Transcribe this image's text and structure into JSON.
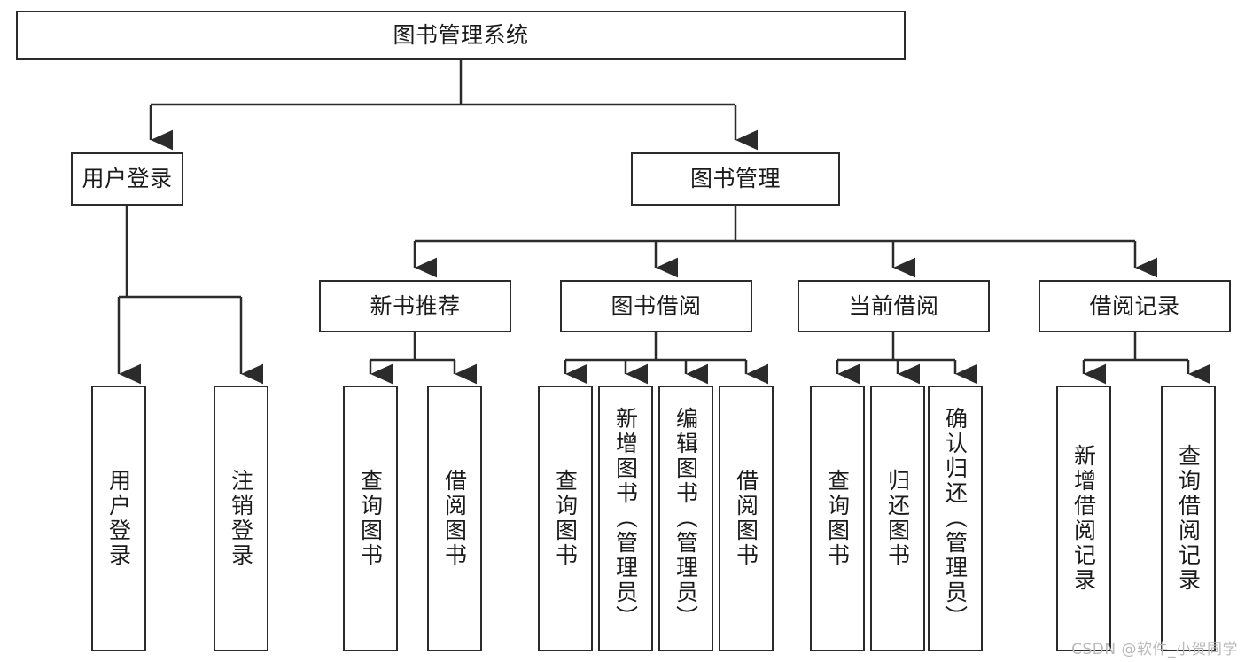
{
  "diagram": {
    "title": "图书管理系统",
    "type": "tree-hierarchy-chart",
    "watermark": "CSDN @软件_小贺同学",
    "colors": {
      "stroke": "#2b2b2b",
      "fill": "#ffffff",
      "text": "#1b1b1b",
      "watermark": "#b9b9b9"
    },
    "levels": {
      "root_label": "图书管理系统",
      "level2": [
        "用户登录",
        "图书管理"
      ],
      "level3": [
        "新书推荐",
        "图书借阅",
        "当前借阅",
        "借阅记录"
      ]
    },
    "nodes": {
      "root": "图书管理系统",
      "user_login": "用户登录",
      "book_manage": "图书管理",
      "new_book_rec": "新书推荐",
      "book_borrow": "图书借阅",
      "current_borrow": "当前借阅",
      "borrow_record": "借阅记录",
      "leaf_user_login": "用户登录",
      "leaf_logout": "注销登录",
      "leaf_query_book_1": "查询图书",
      "leaf_borrow_book_1": "借阅图书",
      "leaf_query_book_2": "查询图书",
      "leaf_add_book_admin": "新增图书（管理员）",
      "leaf_edit_book_admin": "编辑图书（管理员）",
      "leaf_borrow_book_2": "借阅图书",
      "leaf_query_book_3": "查询图书",
      "leaf_return_book": "归还图书",
      "leaf_confirm_return_admin": "确认归还（管理员）",
      "leaf_add_borrow_record": "新增借阅记录",
      "leaf_query_borrow_record": "查询借阅记录"
    }
  }
}
